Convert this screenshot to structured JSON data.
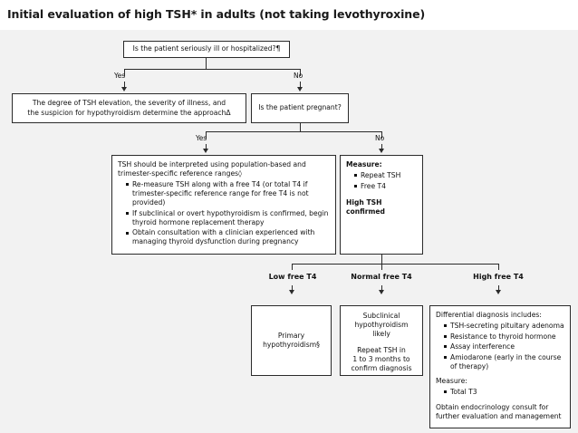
{
  "header": {
    "title": "Initial evaluation of high TSH* in adults (not taking levothyroxine)"
  },
  "colors": {
    "page_background": "#eeeeee",
    "header_background": "#ffffff",
    "box_border": "#2b2b2b",
    "box_fill": "#ffffff",
    "text": "#111111"
  },
  "flowchart": {
    "nodes": {
      "root_question": {
        "text": "Is the patient seriously ill or hospitalized?¶"
      },
      "seriously_ill_yes": {
        "line1": "The degree of TSH elevation, the severity of illness, and",
        "line2": "the suspicion for hypothyroidism determine the approachΔ"
      },
      "pregnant_question": {
        "text": "Is the patient pregnant?"
      },
      "pregnant_yes": {
        "intro": "TSH should be interpreted using population-based and trimester-specific reference ranges◊",
        "bullets": [
          "Re-measure TSH along with a free T4 (or total T4 if trimester-specific reference range for free T4 is not provided)",
          "If subclinical or overt hypothyroidism is confirmed, begin thyroid hormone replacement therapy",
          "Obtain consultation with a clinician experienced with managing thyroid dysfunction during pregnancy"
        ]
      },
      "pregnant_no_measure": {
        "heading": "Measure:",
        "bullets": [
          "Repeat TSH",
          "Free T4"
        ],
        "footer": "High TSH confirmed"
      },
      "low_free_t4_outcome": {
        "line1": "Primary",
        "line2": "hypothyroidism§"
      },
      "normal_free_t4_outcome": {
        "line1": "Subclinical",
        "line2": "hypothyroidism",
        "line3": "likely",
        "line4": "Repeat TSH in",
        "line5": "1 to 3 months to",
        "line6": "confirm diagnosis"
      },
      "high_free_t4_outcome": {
        "heading": "Differential diagnosis includes:",
        "bullets": [
          "TSH-secreting pituitary adenoma",
          "Resistance to thyroid hormone",
          "Assay interference",
          "Amiodarone (early in the course of therapy)"
        ],
        "measure_heading": "Measure:",
        "measure_bullets": [
          "Total T3"
        ],
        "footer": "Obtain endocrinology consult for further evaluation and management"
      }
    },
    "edge_labels": {
      "ill_yes": "Yes",
      "ill_no": "No",
      "pregnant_yes": "Yes",
      "pregnant_no": "No"
    },
    "branch_labels": {
      "low": "Low free T4",
      "normal": "Normal free T4",
      "high": "High free T4"
    }
  }
}
